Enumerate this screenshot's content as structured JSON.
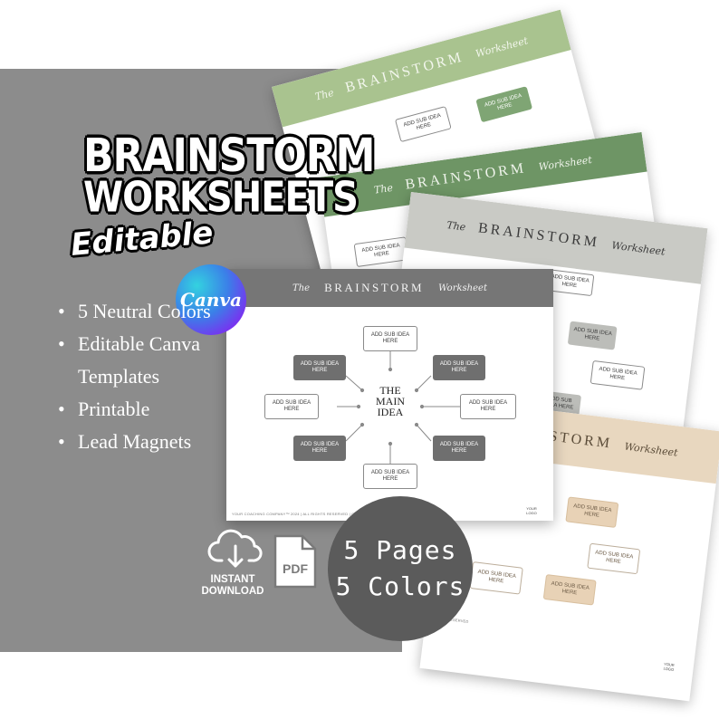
{
  "worksheet": {
    "the": "The",
    "brainstorm": "BRAINSTORM",
    "worksheet_word": "Worksheet",
    "center_idea": [
      "THE",
      "MAIN",
      "IDEA"
    ],
    "sub_idea": "ADD SUB IDEA HERE",
    "footer": "YOUR COACHING COMPANY™ 2024 | ALL RIGHTS RESERVED | CO",
    "logo": "YOUR LOGO",
    "back_footer": "T RESERVED"
  },
  "title": {
    "line1": "BRAINSTORM",
    "line2": "WORKSHEETS",
    "editable": "Editable"
  },
  "badge": {
    "canva": "Canva"
  },
  "features": [
    "5 Neutral Colors",
    "Editable Canva Templates",
    "Printable",
    "Lead Magnets"
  ],
  "download": {
    "line1": "INSTANT",
    "line2": "DOWNLOAD",
    "pdf": "PDF"
  },
  "circle": {
    "line1": "5 Pages",
    "line2": "5 Colors"
  },
  "colors": {
    "panel": "#8c8c8c",
    "green_light": "#a9c38f",
    "green_dark": "#6e9565",
    "gray_light": "#c9cac5",
    "tan": "#e8d7bf",
    "charcoal": "#5b5b5b"
  }
}
